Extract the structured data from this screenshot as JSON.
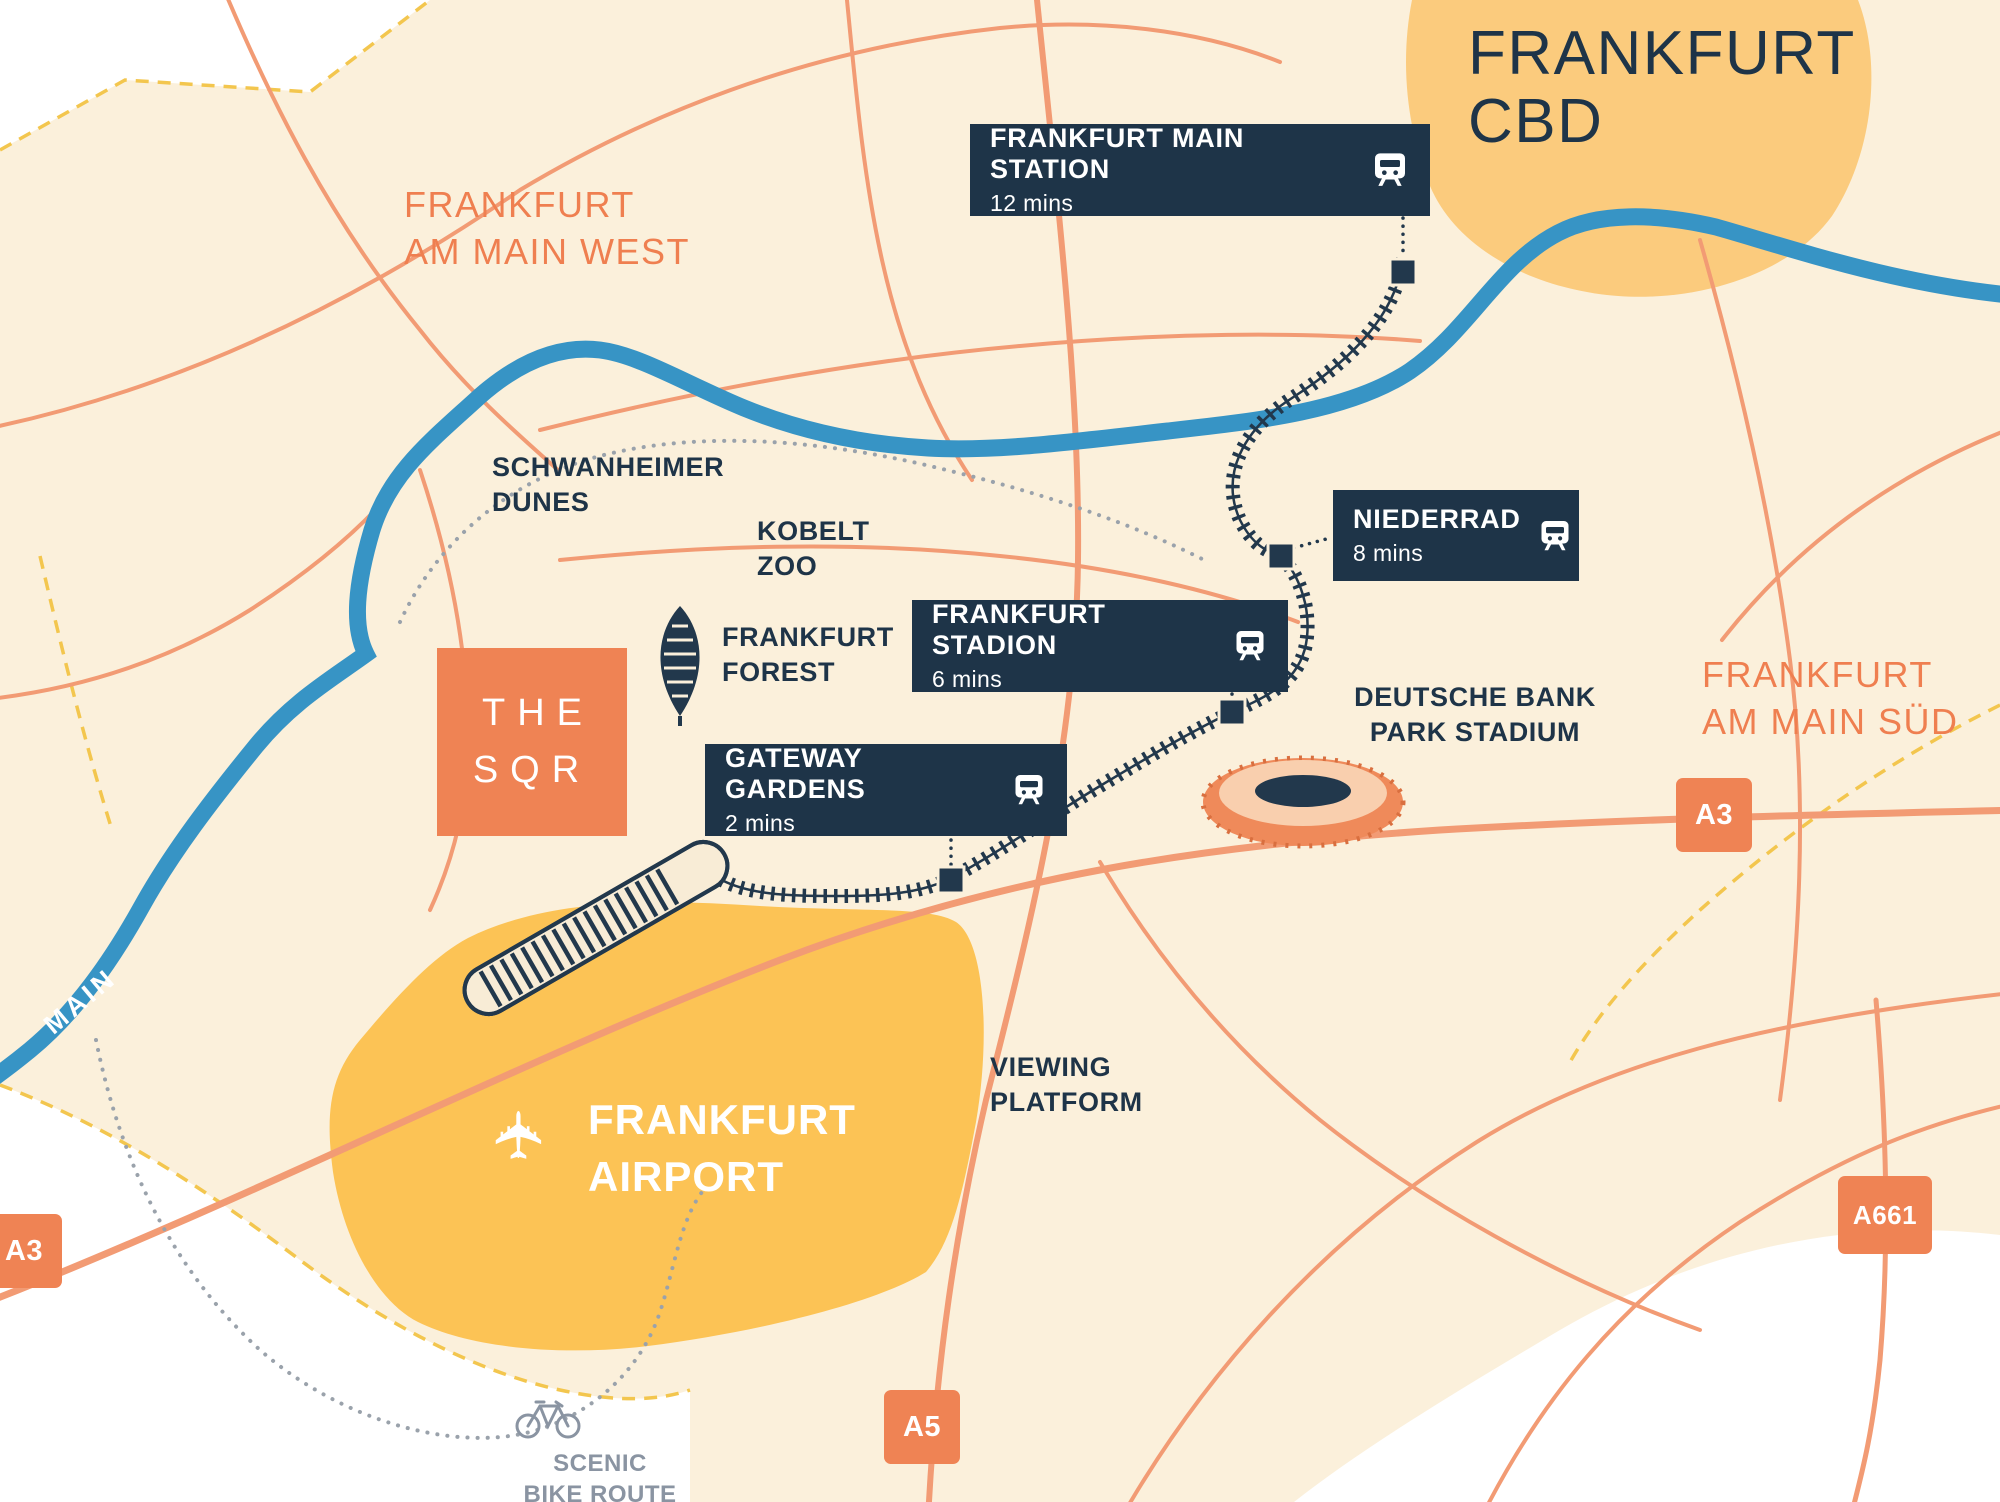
{
  "colors": {
    "navy": "#1e3448",
    "orange": "#ef8354",
    "orange_text": "#ef7f50",
    "cream": "#fbf0db",
    "yellow_cbd": "#fbcb7d",
    "yellow_airport": "#fcc355",
    "river_blue": "#3794c5",
    "road_salmon": "#f29b74",
    "boundary_yellow": "#f3c64e",
    "dotted_gray": "#9aa2ab"
  },
  "regions": {
    "cbd": "FRANKFURT\nCBD",
    "west": "FRANKFURT\nAM MAIN WEST",
    "sued": "FRANKFURT\nAM MAIN SÜD"
  },
  "airport": {
    "name": "FRANKFURT\nAIRPORT"
  },
  "logo": {
    "text": "THE\nSQR"
  },
  "river": {
    "label": "MAIN"
  },
  "stations": [
    {
      "name": "FRANKFURT MAIN STATION",
      "time": "12 mins"
    },
    {
      "name": "NIEDERRAD",
      "time": "8 mins"
    },
    {
      "name": "FRANKFURT STADION",
      "time": "6 mins"
    },
    {
      "name": "GATEWAY GARDENS",
      "time": "2 mins"
    }
  ],
  "pois": {
    "dunes": "SCHWANHEIMER\nDUNES",
    "zoo": "KOBELT\nZOO",
    "forest": "FRANKFURT\nFOREST",
    "stadium": "DEUTSCHE BANK\nPARK STADIUM",
    "viewing": "VIEWING\nPLATFORM",
    "bike": "SCENIC\nBIKE ROUTE"
  },
  "road_badges": {
    "a3_right": "A3",
    "a3_left": "A3",
    "a661": "A661",
    "a5": "A5"
  },
  "icons": {
    "airplane": "✈"
  }
}
